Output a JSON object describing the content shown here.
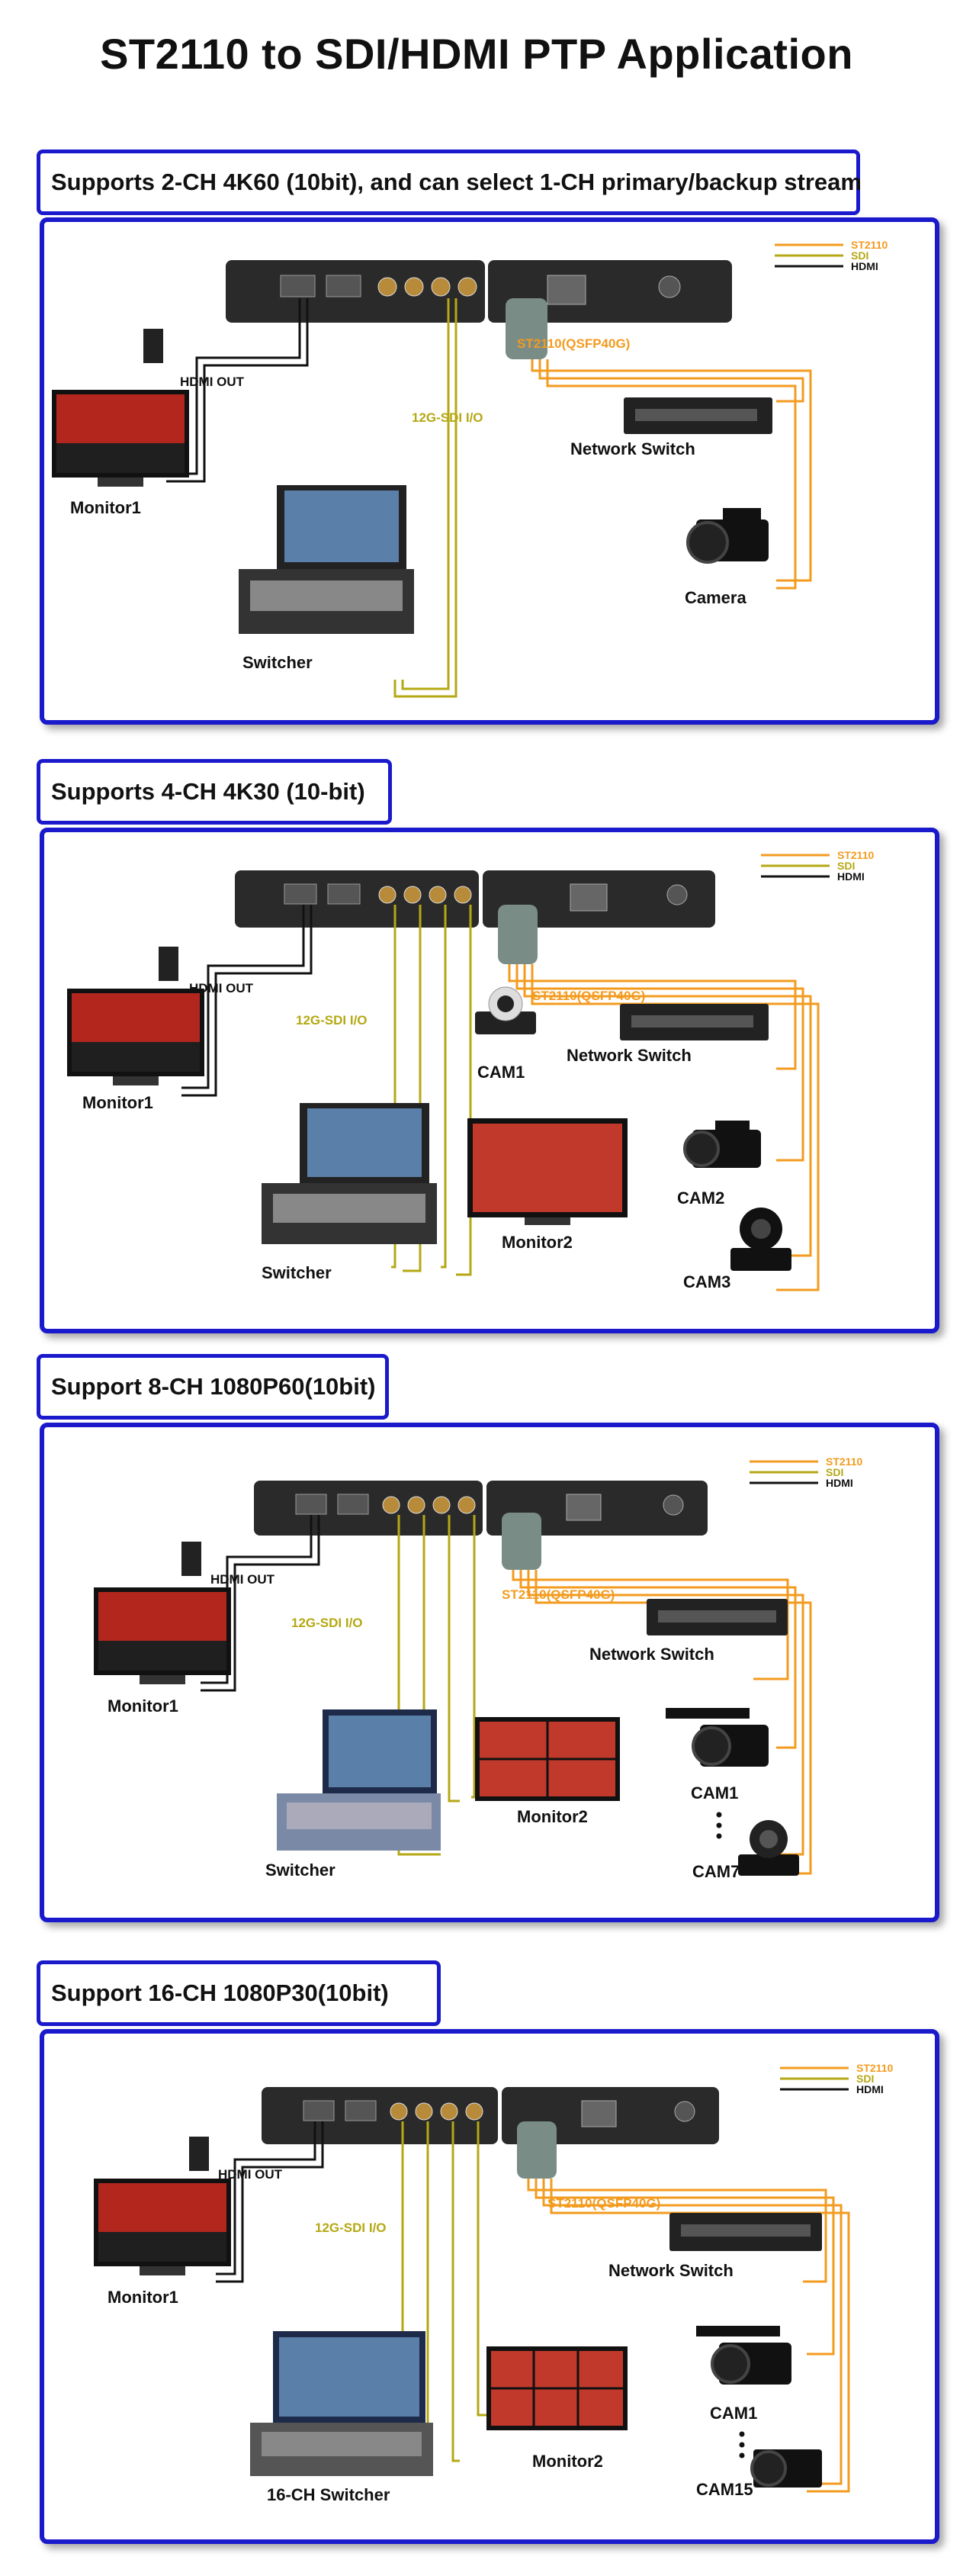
{
  "page": {
    "title": "ST2110 to SDI/HDMI PTP Application"
  },
  "legend": {
    "st2110": "ST2110",
    "sdi": "SDI",
    "hdmi": "HDMI"
  },
  "colors": {
    "st2110": "#f39b1f",
    "sdi": "#b5a814",
    "hdmi": "#111111",
    "frame": "#1a1acc"
  },
  "sections": [
    {
      "title": "Supports 2-CH 4K60 (10bit), and can select 1-CH primary/backup stream",
      "hdmi_out": "HDMI OUT",
      "sdi_io": "12G-SDI I/O",
      "qsfp": "ST2110(QSFP40G)",
      "monitor1": "Monitor1",
      "switcher": "Switcher",
      "network_switch": "Network Switch",
      "camera": "Camera"
    },
    {
      "title": "Supports 4-CH 4K30 (10-bit)",
      "hdmi_out": "HDMI OUT",
      "sdi_io": "12G-SDI I/O",
      "qsfp": "ST2110(QSFP40G)",
      "monitor1": "Monitor1",
      "switcher": "Switcher",
      "monitor2": "Monitor2",
      "network_switch": "Network Switch",
      "cam1": "CAM1",
      "cam2": "CAM2",
      "cam3": "CAM3"
    },
    {
      "title": "Support 8-CH 1080P60(10bit)",
      "hdmi_out": "HDMI OUT",
      "sdi_io": "12G-SDI I/O",
      "qsfp": "ST2110(QSFP40G)",
      "monitor1": "Monitor1",
      "switcher": "Switcher",
      "monitor2": "Monitor2",
      "network_switch": "Network Switch",
      "cam1": "CAM1",
      "cam_last": "CAM7"
    },
    {
      "title": "Support 16-CH 1080P30(10bit)",
      "hdmi_out": "HDMI OUT",
      "sdi_io": "12G-SDI I/O",
      "qsfp": "ST2110(QSFP40G)",
      "monitor1": "Monitor1",
      "switcher": "16-CH Switcher",
      "monitor2": "Monitor2",
      "network_switch": "Network Switch",
      "cam1": "CAM1",
      "cam_last": "CAM15"
    }
  ]
}
